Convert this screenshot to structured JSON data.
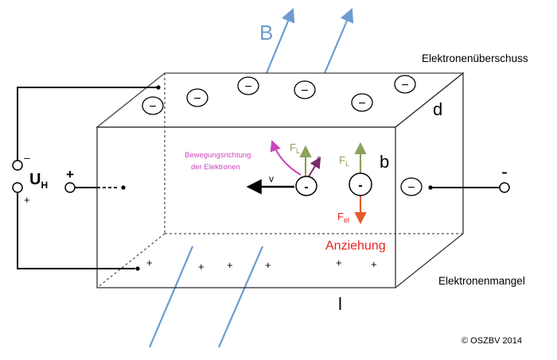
{
  "labels": {
    "b_field": "B",
    "excess": "Elektronenüberschuss",
    "deficit": "Elektronenmangel",
    "d": "d",
    "b": "b",
    "l": "l",
    "u": "U",
    "u_sub": "H",
    "motion_line1": "Bewegungsrichtung",
    "motion_line2": "der Elektronen",
    "v": "v",
    "f": "F",
    "f_sub_l": "L",
    "f_sub_el": "el",
    "b_small": "B",
    "attraction": "Anziehung",
    "copyright": "© OSZBV 2014",
    "minus_sign": "-",
    "plus_sign": "+",
    "minus_terminal": "–",
    "electron_sign": "−",
    "inner_electron_sign": "-"
  },
  "colors": {
    "b_field": "#6b9bd1",
    "lorentz": "#8aa25a",
    "motion": "#cc44bb",
    "b_small": "#7b2a6b",
    "attraction": "#e8231f",
    "fel_arrow": "#e55a2a",
    "black": "#000000"
  }
}
